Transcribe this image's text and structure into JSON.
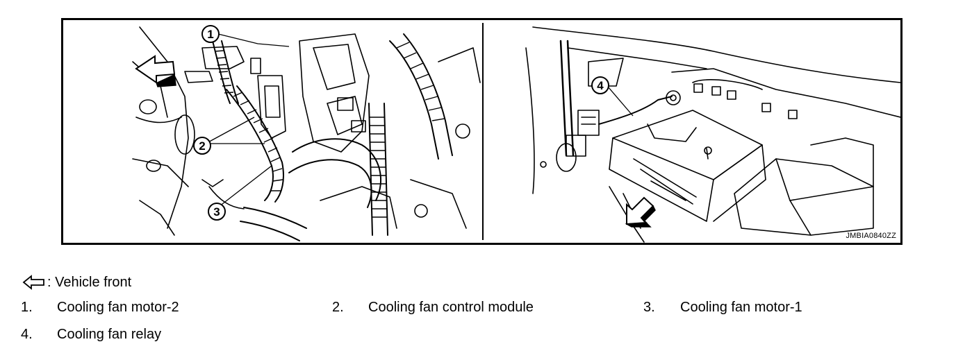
{
  "figure": {
    "code": "JMBIA0840ZZ",
    "callouts": [
      "1",
      "2",
      "3",
      "4"
    ]
  },
  "legend": {
    "front_symbol": "front-arrow-icon",
    "front_text": ": Vehicle front",
    "items": [
      {
        "number": "1.",
        "label": "Cooling fan motor-2"
      },
      {
        "number": "2.",
        "label": "Cooling fan control module"
      },
      {
        "number": "3.",
        "label": "Cooling fan motor-1"
      },
      {
        "number": "4.",
        "label": "Cooling fan relay"
      }
    ]
  }
}
